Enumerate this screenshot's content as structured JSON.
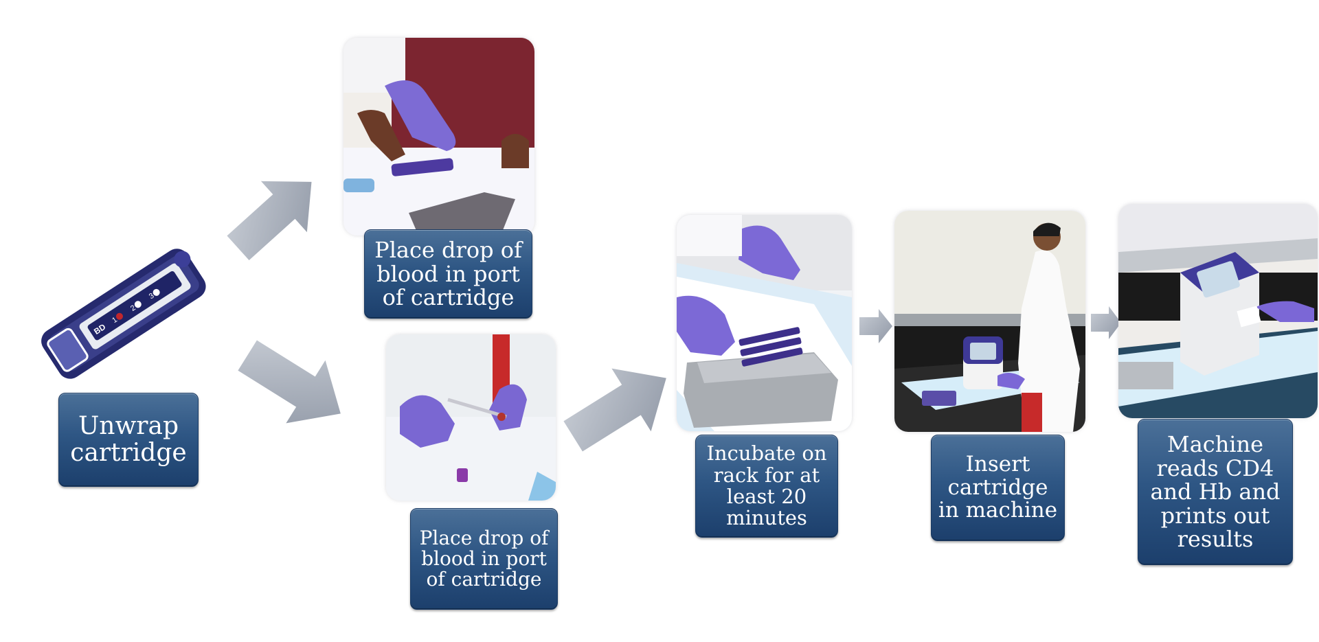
{
  "steps": [
    {
      "caption": "Unwrap cartridge"
    },
    {
      "caption": "Place drop of blood in port of  cartridge"
    },
    {
      "caption": "Place drop of blood in port of  cartridge"
    },
    {
      "caption": "Incubate on rack for at least 20 minutes"
    },
    {
      "caption": "Insert cartridge in machine"
    },
    {
      "caption": "Machine reads CD4 and Hb and prints out results"
    }
  ],
  "cartridge_labels": {
    "brand": "BD",
    "step_numbers": [
      "1",
      "2",
      "3"
    ]
  },
  "colors": {
    "caption_blue": "#2e5684",
    "arrow_gray": "#a5acb8",
    "glove_purple": "#7b6ad0",
    "cartridge_navy": "#262a6e"
  }
}
